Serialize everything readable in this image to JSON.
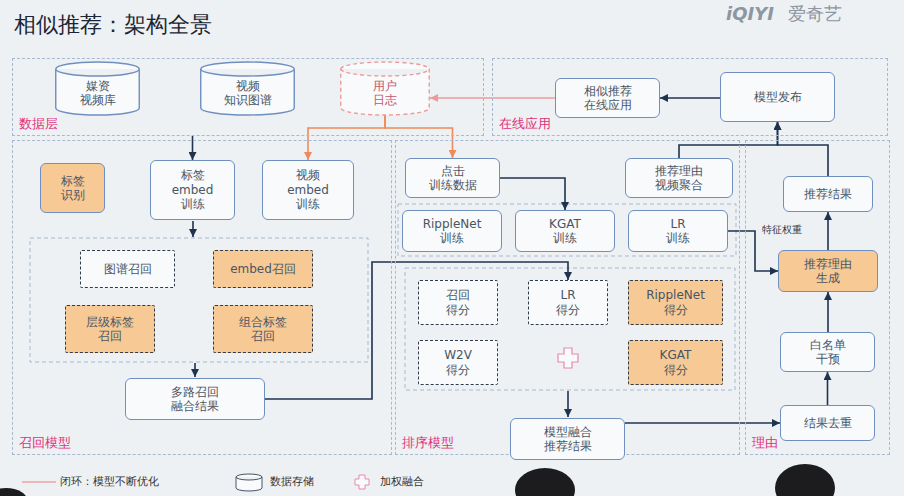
{
  "diagram": {
    "title": "相似推荐：架构全景",
    "nodes": [
      {
        "text": [
          "数据层"
        ]
      },
      {
        "text": [
          "媒资 视频库"
        ],
        "in": 0
      },
      {
        "text": [
          "视频 知识图谱"
        ],
        "in": 0
      },
      {
        "text": [
          "用户 日志"
        ],
        "in": 0
      },
      {
        "text": [
          "在线应用"
        ]
      },
      {
        "text": [
          "相似推荐 在线应用"
        ],
        "in": 4
      },
      {
        "text": [
          "模型发布"
        ],
        "in": 4
      },
      {
        "text": [
          "召回模型"
        ]
      },
      {
        "text": [
          "标签 识别"
        ],
        "in": 7
      },
      {
        "text": [
          "标签 embed 训练"
        ],
        "in": 7
      },
      {
        "text": [
          "视频 embed 训练"
        ],
        "in": 7
      },
      {
        "text": [
          "图谱召回"
        ],
        "in": 7
      },
      {
        "text": [
          "embed召回"
        ],
        "in": 7
      },
      {
        "text": [
          "层级标签 召回"
        ],
        "in": 7
      },
      {
        "text": [
          "组合标签 召回"
        ],
        "in": 7
      },
      {
        "text": [
          "多路召回 融合结果"
        ],
        "in": 7
      },
      {
        "text": [
          "排序模型"
        ]
      },
      {
        "text": [
          "点击 训练数据"
        ],
        "in": 16
      },
      {
        "text": [
          "推荐理由 视频聚合"
        ],
        "in": 16
      },
      {
        "text": [
          "RippleNet 训练"
        ],
        "in": 16
      },
      {
        "text": [
          "KGAT 训练"
        ],
        "in": 16
      },
      {
        "text": [
          "LR 训练"
        ],
        "in": 16
      },
      {
        "text": [
          "召回 得分"
        ],
        "in": 16
      },
      {
        "text": [
          "LR 得分"
        ],
        "in": 16
      },
      {
        "text": [
          "RippleNet 得分"
        ],
        "in": 16
      },
      {
        "text": [
          "W2V 得分"
        ],
        "in": 16
      },
      {
        "text": [
          "KGAT 得分"
        ],
        "in": 16
      },
      {
        "text": [
          "模型融合 推荐结果"
        ],
        "in": 16
      },
      {
        "text": [
          "理由"
        ]
      },
      {
        "text": [
          "推荐结果"
        ],
        "in": 28
      },
      {
        "text": [
          "推荐理由 生成"
        ],
        "in": 28
      },
      {
        "text": [
          "白名单 干预"
        ],
        "in": 28
      },
      {
        "text": [
          "结果去重"
        ],
        "in": 28
      }
    ],
    "edges": [
      {
        "from": 5,
        "to": 3,
        "arrow": "to"
      },
      {
        "from": 0,
        "to": 9,
        "arrow": "to"
      },
      {
        "from": 3,
        "to": 10,
        "arrow": "to"
      },
      {
        "from": 3,
        "to": 17,
        "arrow": "to"
      },
      {
        "from": 15,
        "to": 23,
        "arrow": "to"
      },
      {
        "from": 17,
        "to": 20,
        "arrow": "to"
      },
      {
        "from": 21,
        "to": 30,
        "label": "特征权重",
        "arrow": "to"
      },
      {
        "from": 27,
        "to": 32,
        "arrow": "to"
      },
      {
        "from": 32,
        "to": 31,
        "arrow": "to"
      },
      {
        "from": 31,
        "to": 30,
        "arrow": "to"
      },
      {
        "from": 30,
        "to": 29,
        "arrow": "to"
      },
      {
        "from": 29,
        "to": 6,
        "arrow": "to"
      },
      {
        "from": 18,
        "to": 6,
        "arrow": "to"
      },
      {
        "from": 6,
        "to": 5,
        "arrow": "to"
      }
    ],
    "labels": [
      "iQIYI",
      "爱奇艺"
    ],
    "legend": [
      {
        "text": "闭环：模型不断优化"
      },
      {
        "text": "数据存储"
      },
      {
        "text": "加权融合"
      }
    ]
  }
}
